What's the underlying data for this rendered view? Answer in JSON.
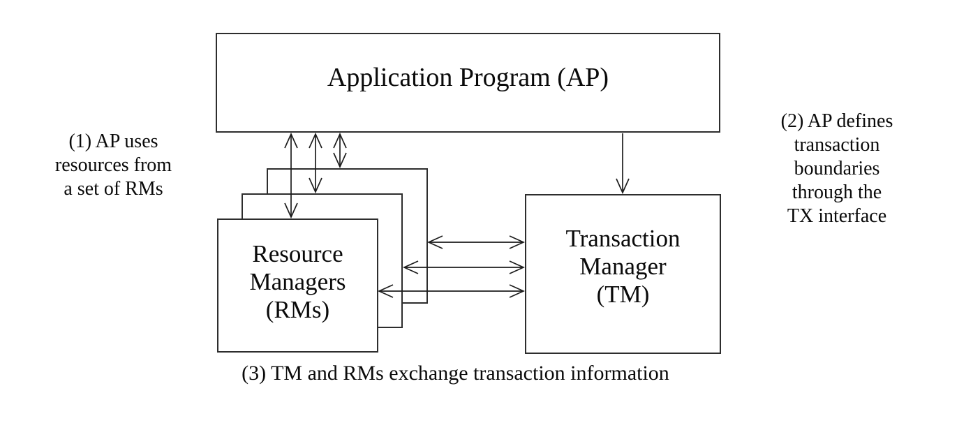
{
  "diagram": {
    "title_implied": "X/Open distributed transaction processing model",
    "colors": {
      "background": "#ffffff",
      "line": "#2d2d2d",
      "text": "#0a0a0a"
    },
    "ap_box": {
      "label": "Application Program (AP)"
    },
    "tm_box": {
      "lines": [
        "Transaction",
        "Manager",
        "(TM)"
      ]
    },
    "rm_box": {
      "lines": [
        "Resource",
        "Managers",
        "(RMs)"
      ]
    },
    "notes": {
      "note1": {
        "lines": [
          "(1) AP uses",
          "resources from",
          "a set of RMs"
        ]
      },
      "note2": {
        "lines": [
          "(2) AP defines",
          "transaction",
          "boundaries",
          "through the",
          "TX interface"
        ]
      },
      "note3": {
        "text": "(3) TM and RMs exchange transaction information"
      }
    },
    "connections": {
      "ap_rm": "bidirectional (three arrows, one per stacked RM)",
      "ap_tm": "one-way arrow from AP to TM",
      "rm_tm": "bidirectional (three arrows, one per stacked RM)"
    }
  }
}
